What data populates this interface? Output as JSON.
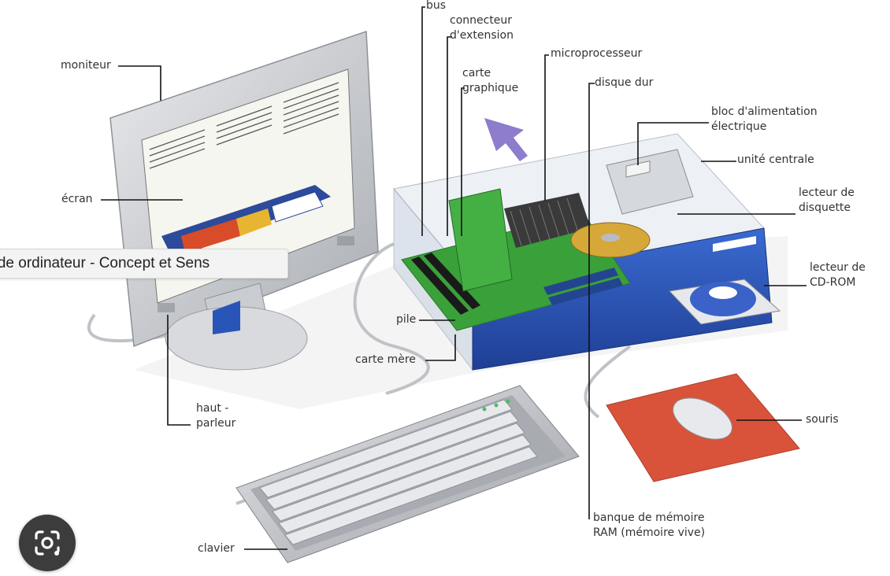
{
  "caption": "n de ordinateur - Concept et Sens",
  "labels": {
    "bus": "bus",
    "connecteur": "connecteur\nd'extension",
    "carte_graphique": "carte\ngraphique",
    "microprocesseur": "microprocesseur",
    "disque_dur": "disque dur",
    "bloc_alimentation": "bloc d'alimentation\nélectrique",
    "unite_centrale": "unité centrale",
    "lecteur_disquette": "lecteur de\ndisquette",
    "lecteur_cdrom": "lecteur de\nCD-ROM",
    "moniteur": "moniteur",
    "ecran": "écran",
    "pile": "pile",
    "carte_mere": "carte mère",
    "haut_parleur": "haut -\nparleur",
    "souris": "souris",
    "banque_memoire": "banque de mémoire\nRAM (mémoire vive)",
    "clavier": "clavier"
  },
  "colors": {
    "case_blue": "#2a55b8",
    "board_green": "#3aa03a",
    "mousepad": "#d9533a",
    "arrow": "#8e7ccc",
    "monitor": "#d4d6da"
  },
  "icons": {
    "lens": "lens-icon"
  }
}
